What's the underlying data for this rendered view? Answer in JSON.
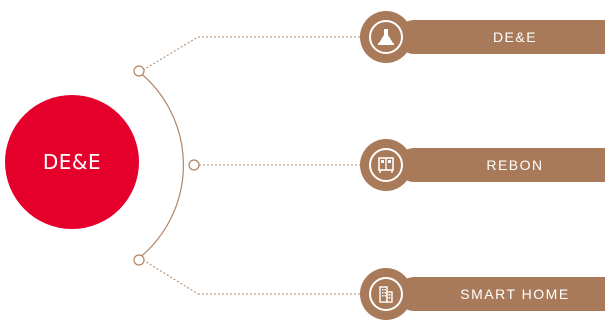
{
  "center": {
    "logo_text": "DE&E"
  },
  "branches": [
    {
      "label": "DE&E",
      "icon": "range-hood-icon"
    },
    {
      "label": "REBON",
      "icon": "cabinet-icon"
    },
    {
      "label": "SMART HOME",
      "icon": "building-icon"
    }
  ],
  "colors": {
    "brand_red": "#e4002b",
    "pill_brown": "#a97a5a",
    "connector": "#b08466"
  }
}
